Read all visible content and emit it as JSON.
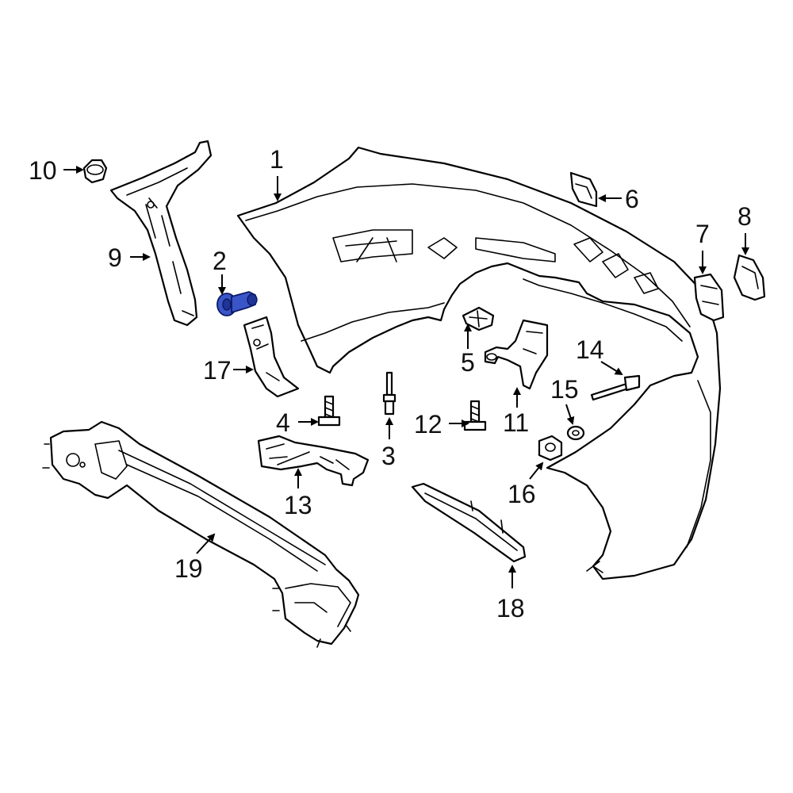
{
  "diagram": {
    "callouts": [
      {
        "id": "1",
        "label": "1"
      },
      {
        "id": "2",
        "label": "2"
      },
      {
        "id": "3",
        "label": "3"
      },
      {
        "id": "4",
        "label": "4"
      },
      {
        "id": "5",
        "label": "5"
      },
      {
        "id": "6",
        "label": "6"
      },
      {
        "id": "7",
        "label": "7"
      },
      {
        "id": "8",
        "label": "8"
      },
      {
        "id": "9",
        "label": "9"
      },
      {
        "id": "10",
        "label": "10"
      },
      {
        "id": "11",
        "label": "11"
      },
      {
        "id": "12",
        "label": "12"
      },
      {
        "id": "13",
        "label": "13"
      },
      {
        "id": "14",
        "label": "14"
      },
      {
        "id": "15",
        "label": "15"
      },
      {
        "id": "16",
        "label": "16"
      },
      {
        "id": "17",
        "label": "17"
      },
      {
        "id": "18",
        "label": "18"
      },
      {
        "id": "19",
        "label": "19"
      }
    ],
    "highlighted_part": "2",
    "colors": {
      "line": "#000000",
      "highlight": "#3a55c8",
      "background": "#ffffff"
    }
  }
}
